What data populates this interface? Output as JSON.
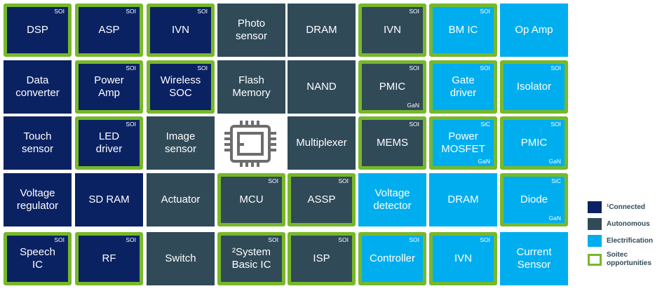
{
  "colors": {
    "connected": "#0b2262",
    "autonomous": "#304a58",
    "electrification": "#00aeef",
    "soitec": "#77b82a"
  },
  "tiles": [
    [
      {
        "label": "DSP",
        "cat": "c",
        "green": true,
        "top": "SOI"
      },
      {
        "label": "ASP",
        "cat": "c",
        "green": true,
        "top": "SOI"
      },
      {
        "label": "IVN",
        "cat": "c",
        "green": true,
        "top": "SOI"
      },
      {
        "label": "Photo\nsensor",
        "cat": "a"
      },
      {
        "label": "DRAM",
        "cat": "a"
      },
      {
        "label": "IVN",
        "cat": "a",
        "green": true,
        "top": "SOI"
      },
      {
        "label": "BM IC",
        "cat": "e",
        "green": true,
        "top": "SOI"
      },
      {
        "label": "Op Amp",
        "cat": "e"
      }
    ],
    [
      {
        "label": "Data\nconverter",
        "cat": "c"
      },
      {
        "label": "Power\nAmp",
        "cat": "c",
        "green": true,
        "top": "SOI"
      },
      {
        "label": "Wireless\nSOC",
        "cat": "c",
        "green": true,
        "top": "SOI"
      },
      {
        "label": "Flash\nMemory",
        "cat": "a"
      },
      {
        "label": "NAND",
        "cat": "a"
      },
      {
        "label": "PMIC",
        "cat": "a",
        "green": true,
        "top": "SOI",
        "bottom": "GaN"
      },
      {
        "label": "Gate\ndriver",
        "cat": "e",
        "green": true,
        "top": "SOI"
      },
      {
        "label": "Isolator",
        "cat": "e",
        "green": true,
        "top": "SOI"
      }
    ],
    [
      {
        "label": "Touch\nsensor",
        "cat": "c"
      },
      {
        "label": "LED\ndriver",
        "cat": "c",
        "green": true,
        "top": "SOI"
      },
      {
        "label": "Image\nsensor",
        "cat": "a"
      },
      null,
      {
        "label": "Multiplexer",
        "cat": "a"
      },
      {
        "label": "MEMS",
        "cat": "a",
        "green": true,
        "top": "SOI"
      },
      {
        "label": "Power\nMOSFET",
        "cat": "e",
        "green": true,
        "top": "SiC",
        "bottom": "GaN"
      },
      {
        "label": "PMIC",
        "cat": "e",
        "green": true,
        "top": "SOI",
        "bottom": "GaN"
      }
    ],
    [
      {
        "label": "Voltage\nregulator",
        "cat": "c"
      },
      {
        "label": "SD RAM",
        "cat": "c"
      },
      {
        "label": "Actuator",
        "cat": "a"
      },
      {
        "label": "MCU",
        "cat": "a",
        "green": true,
        "top": "SOI"
      },
      {
        "label": "ASSP",
        "cat": "a",
        "green": true,
        "top": "SOI"
      },
      {
        "label": "Voltage\ndetector",
        "cat": "e"
      },
      {
        "label": "DRAM",
        "cat": "e"
      },
      {
        "label": "Diode",
        "cat": "e",
        "green": true,
        "top": "SiC",
        "bottom": "GaN"
      }
    ],
    [
      {
        "label": "Speech\nIC",
        "cat": "c",
        "green": true,
        "top": "SOI"
      },
      {
        "label": "RF",
        "cat": "c",
        "green": true,
        "top": "SOI"
      },
      {
        "label": "Switch",
        "cat": "a"
      },
      {
        "label": "²System\nBasic IC",
        "cat": "a",
        "green": true,
        "top": "SOI"
      },
      {
        "label": "ISP",
        "cat": "a",
        "green": true,
        "top": "SOI"
      },
      {
        "label": "Controller",
        "cat": "e",
        "green": true,
        "top": "SOI"
      },
      {
        "label": "IVN",
        "cat": "e",
        "green": true,
        "top": "SOI"
      },
      {
        "label": "Current\nSensor",
        "cat": "e"
      }
    ]
  ],
  "legend": {
    "connected": "¹Connected",
    "autonomous": "Autonomous",
    "electrification": "Electrification",
    "soitec": "Soitec opportunities"
  }
}
